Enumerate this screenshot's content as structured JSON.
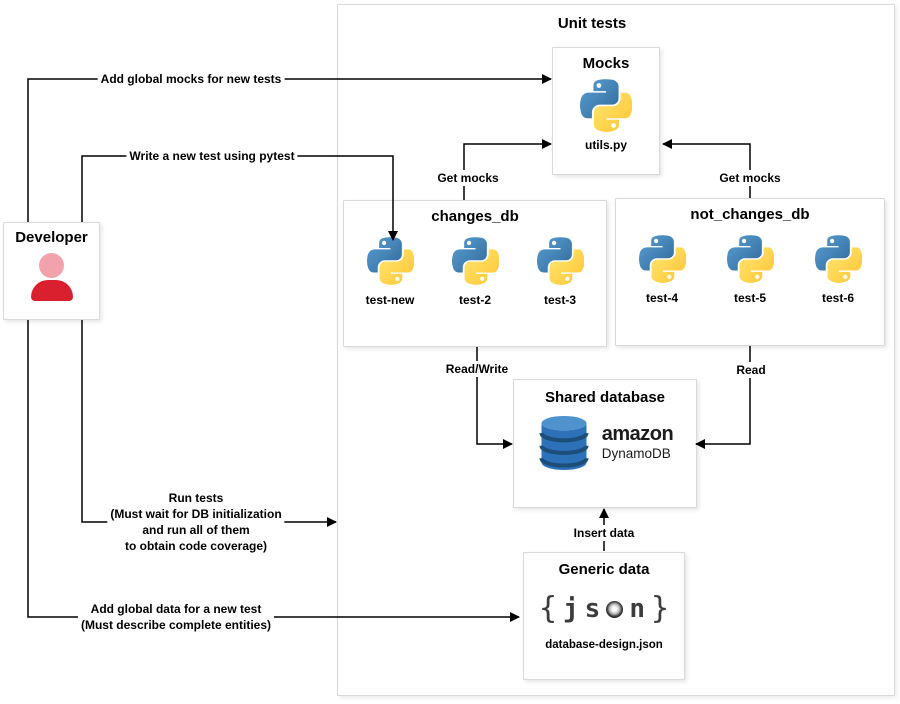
{
  "diagram": {
    "container": {
      "title": "Unit tests"
    },
    "developer": {
      "title": "Developer"
    },
    "mocks": {
      "title": "Mocks",
      "file": "utils.py"
    },
    "changes_db": {
      "title": "changes_db",
      "tests": [
        "test-new",
        "test-2",
        "test-3"
      ]
    },
    "not_changes_db": {
      "title": "not_changes_db",
      "tests": [
        "test-4",
        "test-5",
        "test-6"
      ]
    },
    "shared_database": {
      "title": "Shared database",
      "brand": "amazon",
      "product": "DynamoDB"
    },
    "generic_data": {
      "title": "Generic data",
      "file": "database-design.json",
      "json_logo": {
        "c1": "{",
        "c2": "j",
        "c3": "s",
        "c4": "n",
        "c5": "}"
      }
    },
    "edges": {
      "add_global_mocks": "Add global mocks for new tests",
      "write_new_test": "Write a new test using pytest",
      "get_mocks_left": "Get mocks",
      "get_mocks_right": "Get mocks",
      "read_write": "Read/Write",
      "read": "Read",
      "insert_data": "Insert data",
      "run_tests": {
        "l1": "Run tests",
        "l2": "(Must wait for DB initialization",
        "l3": "and run all of them",
        "l4": "to obtain code coverage)"
      },
      "add_global_data": {
        "l1": "Add global data for a new test",
        "l2": "(Must describe complete entities)"
      }
    },
    "colors": {
      "python_blue": "#387EB8",
      "python_yellow": "#FFD43B",
      "dynamodb_blue": "#2D72B8",
      "amazon_text": "#1C1C1C",
      "developer_head": "#F2A2AB",
      "developer_body": "#DA202F",
      "box_border": "#D9D9D9",
      "line": "#000000"
    }
  }
}
